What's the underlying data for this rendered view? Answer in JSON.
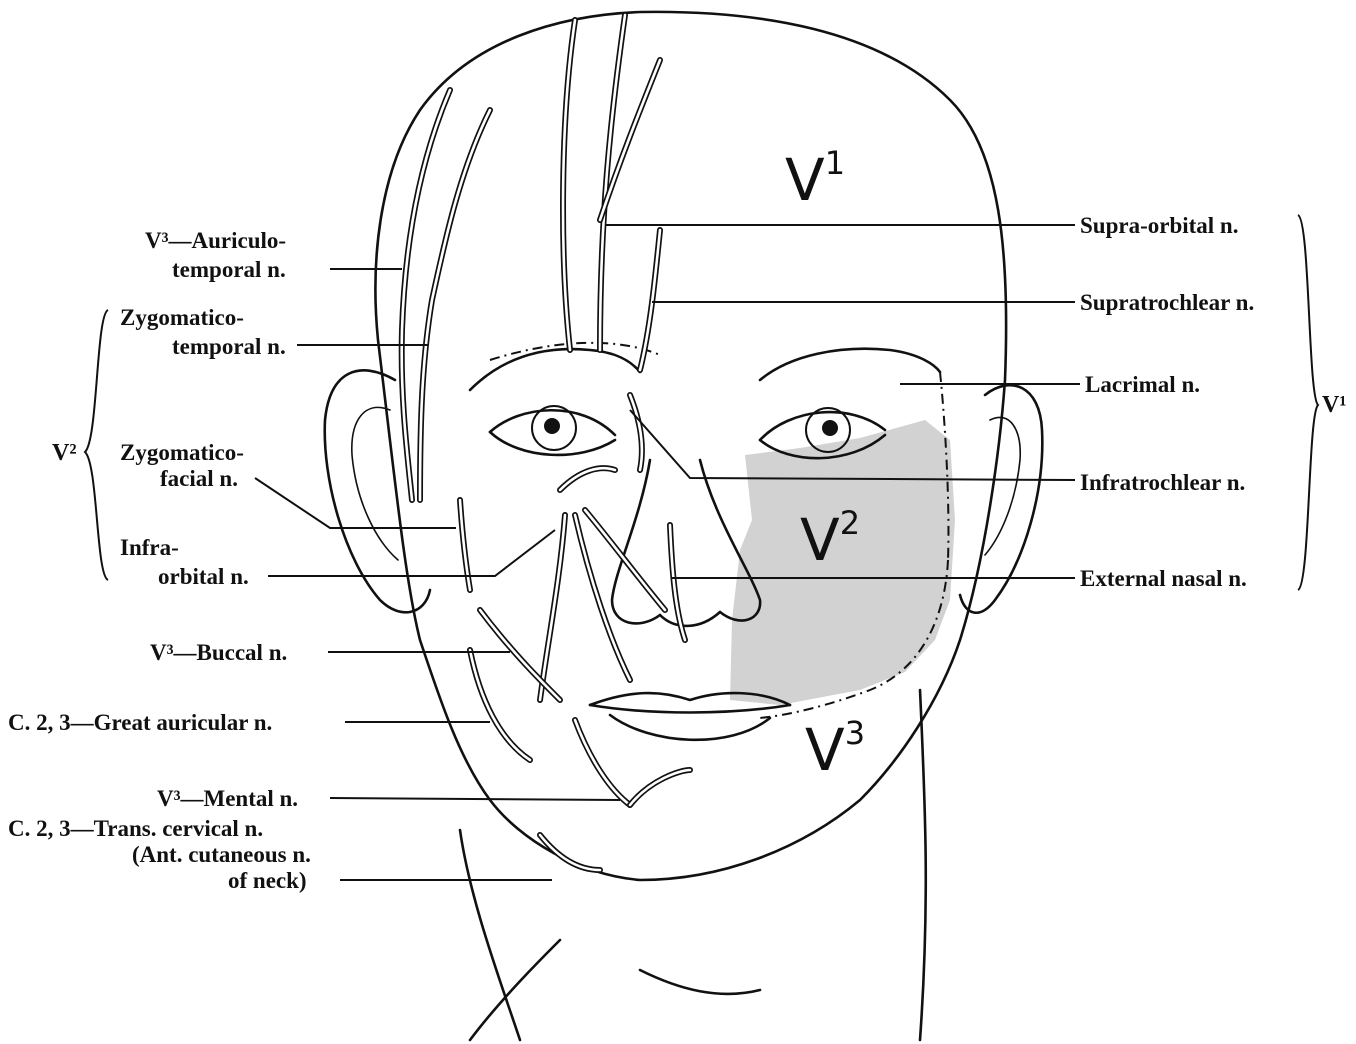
{
  "regions": {
    "v1": "V",
    "v1_sup": "1",
    "v2": "V",
    "v2_sup": "2",
    "v3": "V",
    "v3_sup": "3"
  },
  "left_labels": {
    "auriculo_1": "V³—Auriculo-",
    "auriculo_2": "temporal n.",
    "zygt_1": "Zygomatico-",
    "zygt_2": "temporal n.",
    "v2_group": "V²",
    "zygf_1": "Zygomatico-",
    "zygf_2": "facial n.",
    "infra_1": "Infra-",
    "infra_2": "orbital n.",
    "buccal": "V³—Buccal n.",
    "great_auricular": "C. 2, 3—Great auricular n.",
    "mental": "V³—Mental n.",
    "trans_1": "C. 2, 3—Trans. cervical n.",
    "trans_2": "(Ant. cutaneous n.",
    "trans_3": "of neck)"
  },
  "right_labels": {
    "supra_orbital": "Supra-orbital n.",
    "supratrochlear": "Supratrochlear n.",
    "lacrimal": "Lacrimal n.",
    "v1_group": "V¹",
    "infratrochlear": "Infratrochlear n.",
    "external_nasal": "External nasal n."
  },
  "shading_color": "#cdcdcd"
}
